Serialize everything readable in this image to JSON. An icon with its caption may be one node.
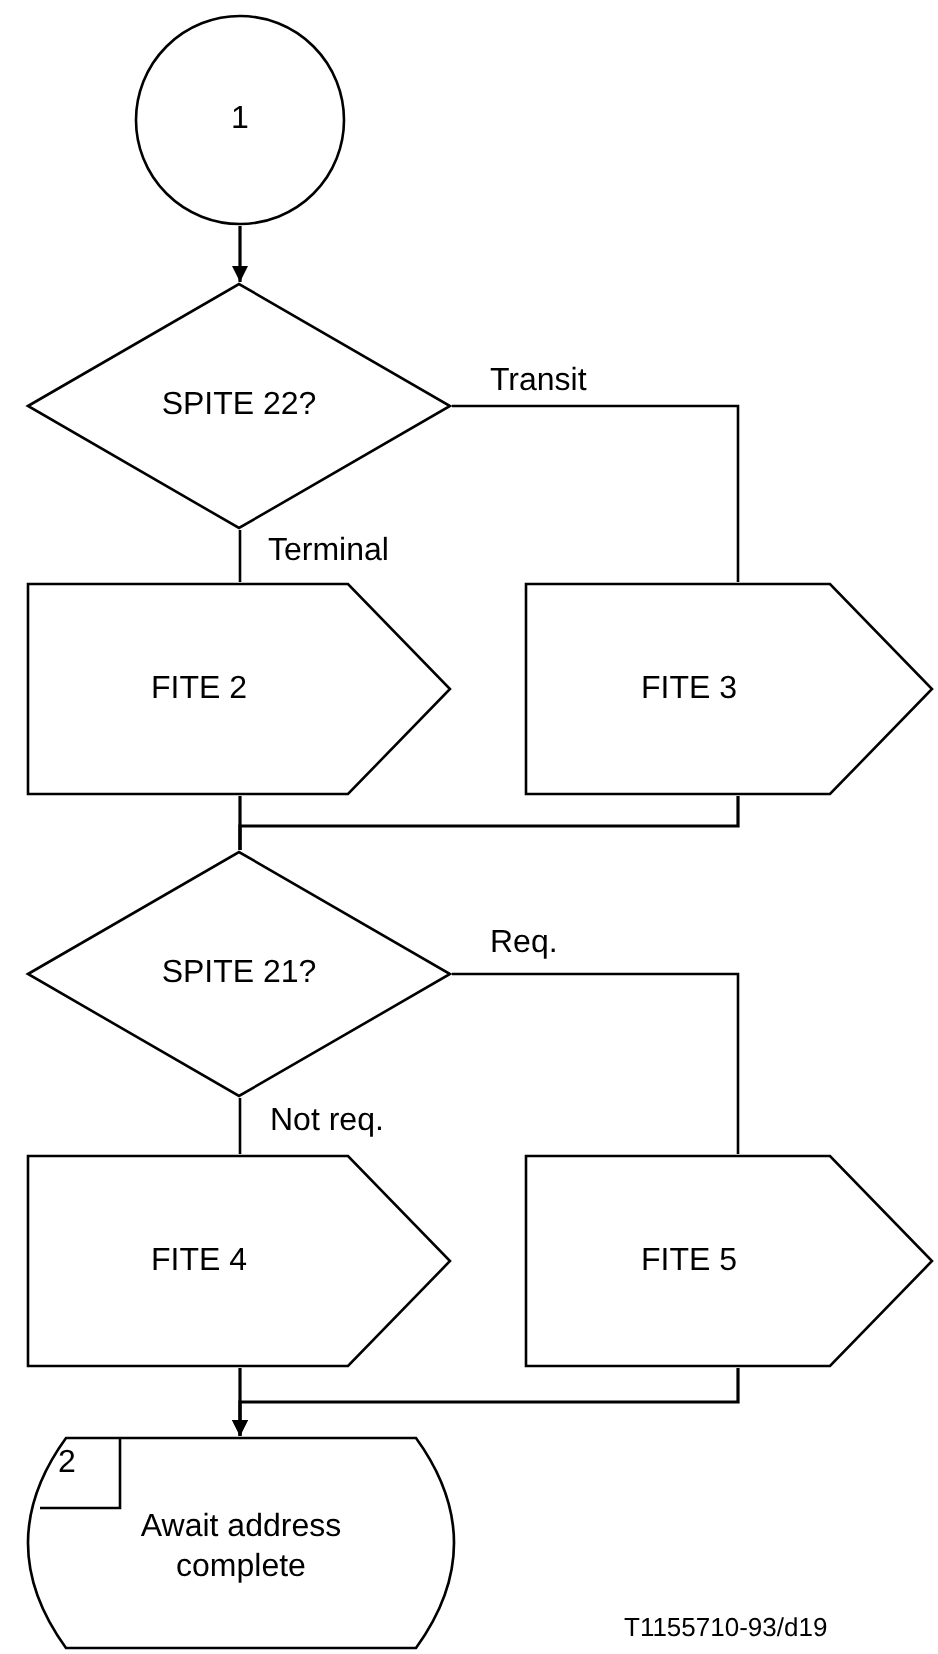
{
  "diagram": {
    "nodes": [
      {
        "text": [
          "1"
        ]
      },
      {
        "text": [
          "SPITE 22?"
        ]
      },
      {
        "text": [
          "FITE 2"
        ]
      },
      {
        "text": [
          "FITE 3"
        ]
      },
      {
        "text": [
          "SPITE 21?"
        ]
      },
      {
        "text": [
          "FITE 4"
        ]
      },
      {
        "text": [
          "FITE 5"
        ]
      },
      {
        "text": [
          "2",
          "Await address complete"
        ]
      }
    ],
    "edges": [
      {
        "from": 0,
        "to": 1,
        "arrow": "to"
      },
      {
        "from": 1,
        "to": 2,
        "arrow": "none",
        "label": "Terminal"
      },
      {
        "from": 1,
        "to": 3,
        "arrow": "none",
        "label": "Transit"
      },
      {
        "from": 2,
        "to": 4,
        "arrow": "none"
      },
      {
        "from": 3,
        "to": 4,
        "arrow": "none"
      },
      {
        "from": 4,
        "to": 5,
        "arrow": "none",
        "label": "Not req."
      },
      {
        "from": 4,
        "to": 6,
        "arrow": "none",
        "label": "Req."
      },
      {
        "from": 5,
        "to": 7,
        "arrow": "to"
      },
      {
        "from": 6,
        "to": 7,
        "arrow": "to"
      }
    ],
    "labels": [
      "T1155710-93/d19"
    ]
  }
}
